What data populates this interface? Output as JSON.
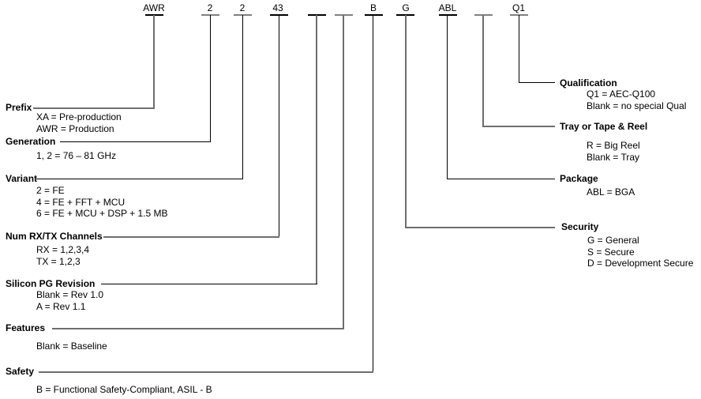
{
  "part_number_codes": [
    "AWR",
    "2",
    "2",
    "43",
    "",
    "",
    "B",
    "G",
    "ABL",
    "",
    "Q1"
  ],
  "fields_left": [
    {
      "name": "Prefix",
      "values": [
        "XA = Pre-production",
        "AWR = Production"
      ]
    },
    {
      "name": "Generation",
      "values": [
        "1, 2 = 76 – 81 GHz"
      ]
    },
    {
      "name": "Variant",
      "values": [
        "2 = FE",
        "4 = FE + FFT + MCU",
        "6 = FE + MCU + DSP + 1.5 MB"
      ]
    },
    {
      "name": "Num RX/TX Channels",
      "values": [
        "RX = 1,2,3,4",
        "TX = 1,2,3"
      ]
    },
    {
      "name": "Silicon PG Revision",
      "values": [
        "Blank = Rev 1.0",
        "A = Rev 1.1"
      ]
    },
    {
      "name": "Features",
      "values": [
        "Blank = Baseline"
      ]
    },
    {
      "name": "Safety",
      "values": [
        "B = Functional Safety-Compliant, ASIL - B"
      ]
    }
  ],
  "fields_right": [
    {
      "name": "Qualification",
      "values": [
        "Q1 = AEC-Q100",
        "Blank = no special Qual"
      ]
    },
    {
      "name": "Tray or Tape & Reel",
      "values": [
        "R = Big Reel",
        "Blank = Tray"
      ]
    },
    {
      "name": "Package",
      "values": [
        "ABL = BGA"
      ]
    },
    {
      "name": "Security",
      "values": [
        "G = General",
        "S = Secure",
        "D = Development Secure"
      ]
    }
  ]
}
